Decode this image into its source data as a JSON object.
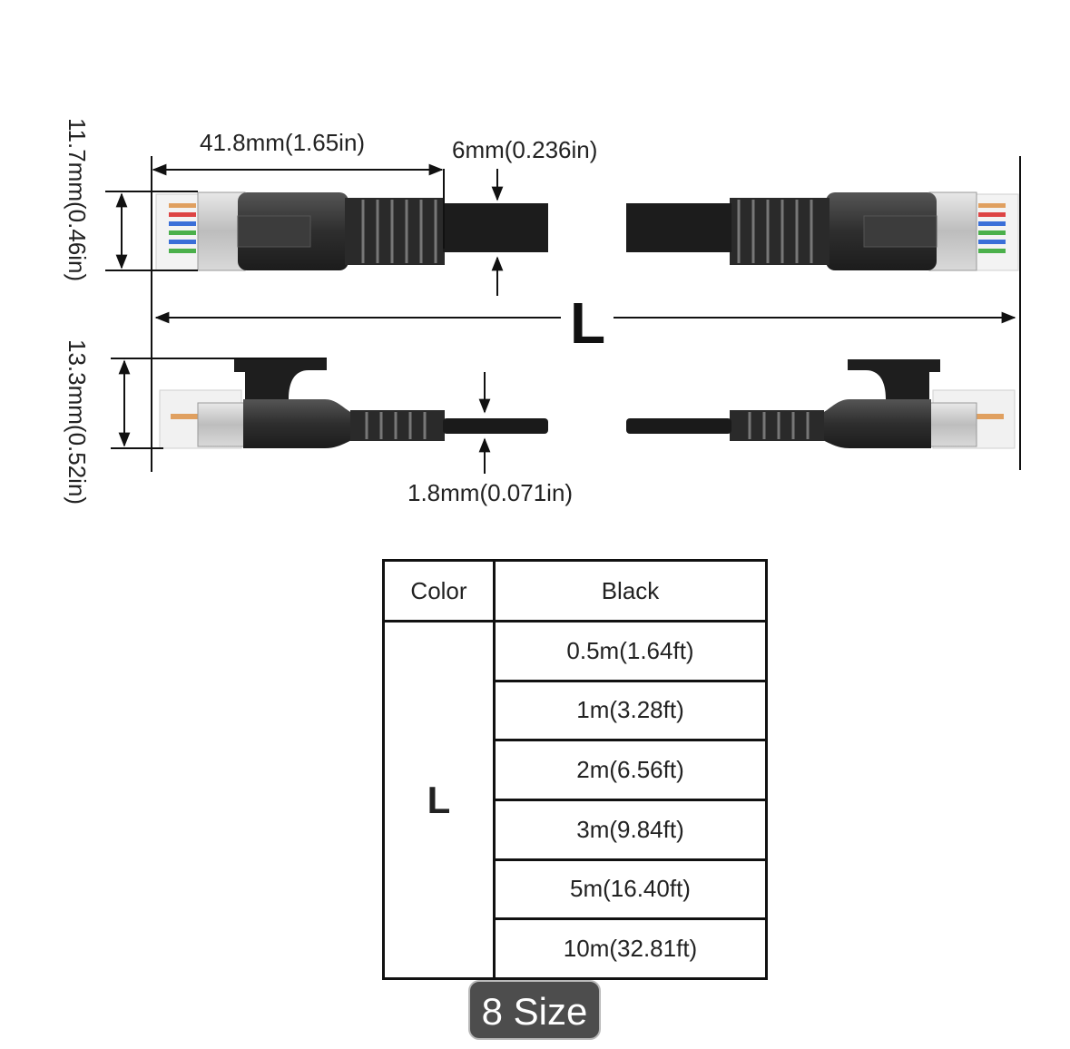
{
  "dimensions": {
    "plug_length": "41.8mm(1.65in)",
    "flat_thickness": "6mm(0.236in)",
    "plug_height": "11.7mm(0.46in)",
    "hook_height": "13.3mm(0.52in)",
    "round_thickness": "1.8mm(0.071in)",
    "cable_length_symbol": "L"
  },
  "table": {
    "color_header": "Color",
    "color_value": "Black",
    "length_label": "L",
    "sizes": [
      "0.5m(1.64ft)",
      "1m(3.28ft)",
      "2m(6.56ft)",
      "3m(9.84ft)",
      "5m(16.40ft)",
      "10m(32.81ft)"
    ]
  },
  "badge": {
    "label": "8 Size"
  }
}
